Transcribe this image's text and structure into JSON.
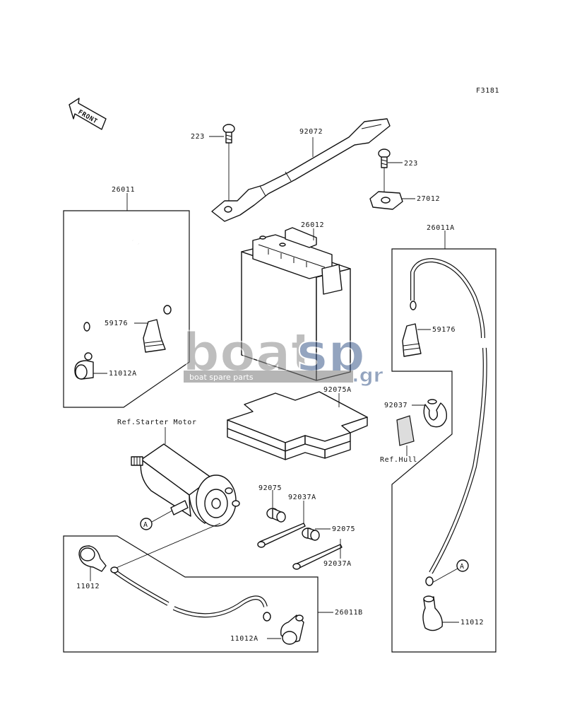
{
  "figure_code": "F3181",
  "front_label": "FRONT",
  "watermark": {
    "word_a": "boat",
    "word_b": "sp",
    "suffix": ".gr",
    "tagline": "boat spare parts"
  },
  "callouts": {
    "c223a": "223",
    "c92072": "92072",
    "c223b": "223",
    "c27012": "27012",
    "c26011": "26011",
    "c26012": "26012",
    "c26011a": "26011A",
    "c59176a": "59176",
    "c59176b": "59176",
    "c11012a_left": "11012A",
    "c92075a": "92075A",
    "c92037": "92037",
    "ref_starter": "Ref.Starter Motor",
    "ref_hull": "Ref.Hull",
    "c92075_1": "92075",
    "c92037a_1": "92037A",
    "c92075_2": "92075",
    "c92037a_2": "92037A",
    "c11012_left": "11012",
    "c26011b": "26011B",
    "c11012a_bottom": "11012A",
    "c11012_right": "11012",
    "marker_a1": "A",
    "marker_a2": "A"
  }
}
